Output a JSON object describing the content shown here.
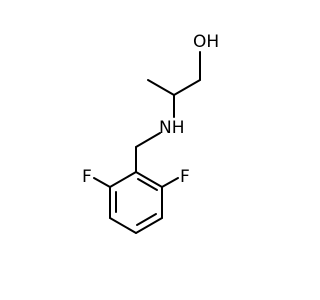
{
  "molecule": {
    "atoms": {
      "oxygen": "OH",
      "nitrogen": "NH",
      "fluorine_left": "F",
      "fluorine_right": "F"
    }
  }
}
